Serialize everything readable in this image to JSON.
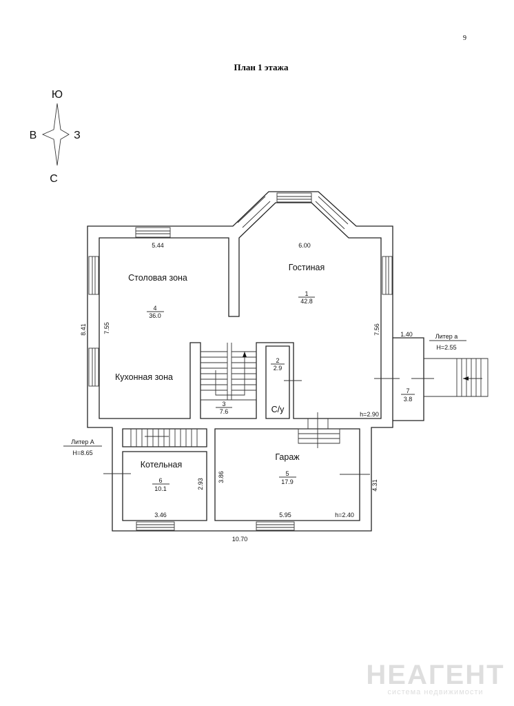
{
  "page_number": "9",
  "title": "План 1 этажа",
  "compass": {
    "north_label": "С",
    "south_label": "Ю",
    "east_label": "В",
    "west_label": "З"
  },
  "rooms": [
    {
      "name": "Гостиная",
      "number": "1",
      "area": "42.8"
    },
    {
      "name": "С/у",
      "number": "2",
      "area": "2.9"
    },
    {
      "name": "",
      "number": "3",
      "area": "7.6"
    },
    {
      "name": "Столовая зона",
      "name2": "Кухонная зона",
      "number": "4",
      "area": "36.0"
    },
    {
      "name": "Гараж",
      "number": "5",
      "area": "17.9"
    },
    {
      "name": "Котельная",
      "number": "6",
      "area": "10.1"
    },
    {
      "name": "",
      "number": "7",
      "area": "3.8"
    }
  ],
  "dimensions": {
    "dining_width": "5.44",
    "living_width": "6.00",
    "outer_height": "8.41",
    "dining_height": "7.55",
    "living_height": "7.56",
    "porch_width": "1.40",
    "living_ceiling": "h=2.90",
    "boiler_height": "2.93",
    "garage_height_left": "3.86",
    "garage_height_right": "4.31",
    "boiler_width": "3.46",
    "garage_width": "5.95",
    "garage_ceiling": "h=2.40",
    "total_width": "10.70"
  },
  "liters": [
    {
      "label": "Литер А",
      "height": "H=8.65"
    },
    {
      "label": "Литер а",
      "height": "H=2.55"
    }
  ],
  "watermark": {
    "brand": "НЕАГЕНТ",
    "tagline": "система недвижимости"
  }
}
